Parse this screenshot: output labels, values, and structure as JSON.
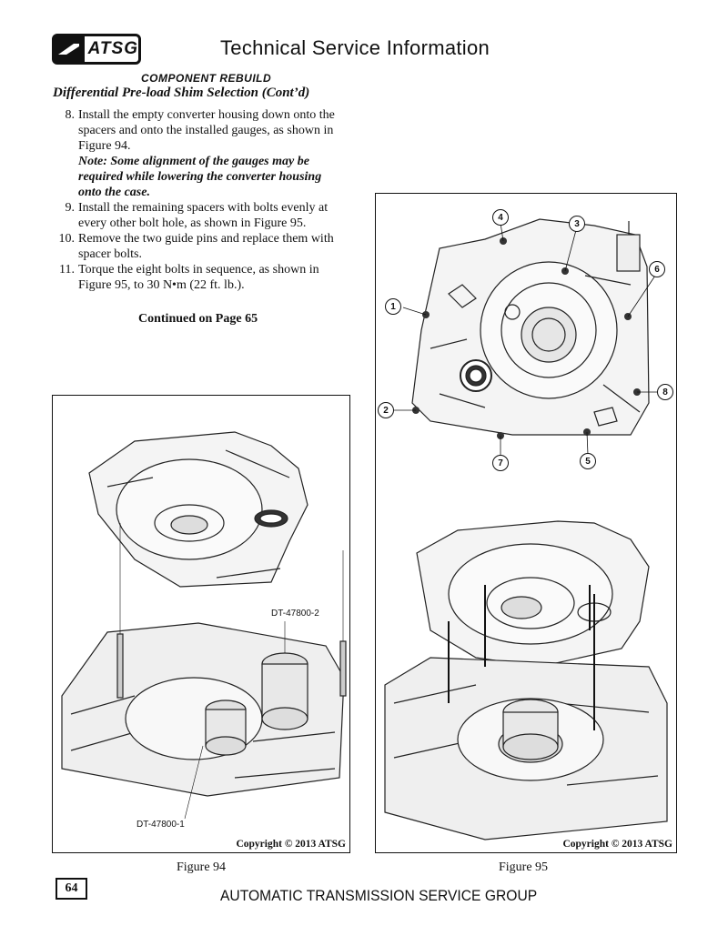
{
  "header": {
    "logo_text": "ATSG",
    "title": "Technical Service Information"
  },
  "section_label": "COMPONENT REBUILD",
  "subheading": "Differential Pre-load Shim Selection (Cont’d)",
  "steps": [
    {
      "num": "8.",
      "text": "Install the empty converter housing down onto the spacers and onto the installed gauges, as shown in Figure 94.",
      "note": "Note: Some alignment of the gauges may be required while lowering the converter housing onto the case."
    },
    {
      "num": "9.",
      "text": "Install the remaining spacers with bolts evenly at every other bolt hole, as shown in Figure 95."
    },
    {
      "num": "10.",
      "text": "Remove the two guide pins and replace them with spacer bolts."
    },
    {
      "num": "11.",
      "text": "Torque the eight bolts in sequence, as shown in Figure 95, to 30 N•m  (22 ft. lb.)."
    }
  ],
  "continued": "Continued on Page 65",
  "figure94": {
    "caption": "Figure 94",
    "copyright": "Copyright © 2013 ATSG",
    "tool_labels": [
      "DT-47800-2",
      "DT-47800-1"
    ]
  },
  "figure95": {
    "caption": "Figure 95",
    "copyright": "Copyright © 2013 ATSG",
    "bolt_callouts": [
      "1",
      "2",
      "3",
      "4",
      "5",
      "6",
      "7",
      "8"
    ]
  },
  "page_number": "64",
  "footer": "AUTOMATIC TRANSMISSION SERVICE GROUP"
}
